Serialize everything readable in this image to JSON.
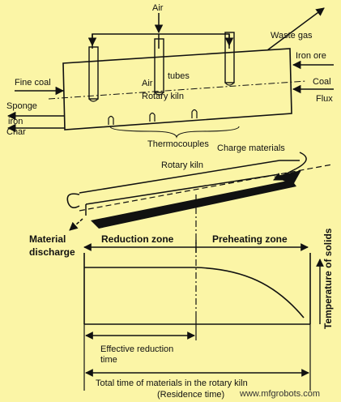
{
  "schematic": {
    "air": "Air",
    "waste_gas": "Waste gas",
    "iron_ore": "Iron ore",
    "coal": "Coal",
    "flux": "Flux",
    "fine_coal": "Fine coal",
    "air_word": "Air",
    "tubes": "tubes",
    "rotary_kiln": "Rotary kiln",
    "sponge": "Sponge",
    "iron": "iron",
    "char": "Char",
    "thermocouples": "Thermocouples"
  },
  "incline": {
    "charge_materials": "Charge materials",
    "rotary_kiln": "Rotary kiln"
  },
  "profile": {
    "material": "Material",
    "discharge": "discharge",
    "reduction_zone": "Reduction zone",
    "preheating_zone": "Preheating zone",
    "temperature_of_solids": "Temperature of solids",
    "effective_reduction": "Effective reduction",
    "time": "time",
    "total_time": "Total time of materials in the rotary kiln",
    "residence_time": "(Residence time)"
  },
  "watermark": "www.mfgrobots.com",
  "colors": {
    "background": "#fbf5a6",
    "ink": "#111111"
  }
}
